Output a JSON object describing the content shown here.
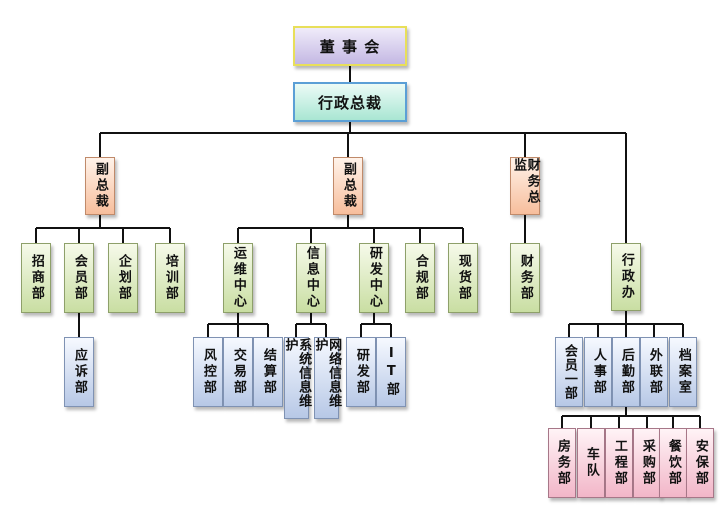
{
  "board": "董 事 会",
  "ceo": "行政总裁",
  "executives": [
    "副总裁",
    "副总裁",
    "财务总监",
    "行政办"
  ],
  "departments": {
    "vp1": [
      "招商部",
      "会员部",
      "企划部",
      "培训部"
    ],
    "vp1_member_sub": "应诉部",
    "vp2": [
      "运维中心",
      "信息中心",
      "研发中心",
      "合规部",
      "现货部"
    ],
    "ops_sub": [
      "风控部",
      "交易部",
      "结算部"
    ],
    "info_sub": [
      "系统信息维护",
      "网络信息维护"
    ],
    "rd_sub": [
      "研发部",
      "IT部"
    ],
    "finance": "财务部",
    "admin_sub": [
      "会员一部",
      "人事部",
      "后勤部",
      "外联部",
      "档案室"
    ],
    "logistics_sub": [
      "房务部",
      "车队",
      "工程部",
      "采购部",
      "餐饮部",
      "安保部"
    ]
  }
}
